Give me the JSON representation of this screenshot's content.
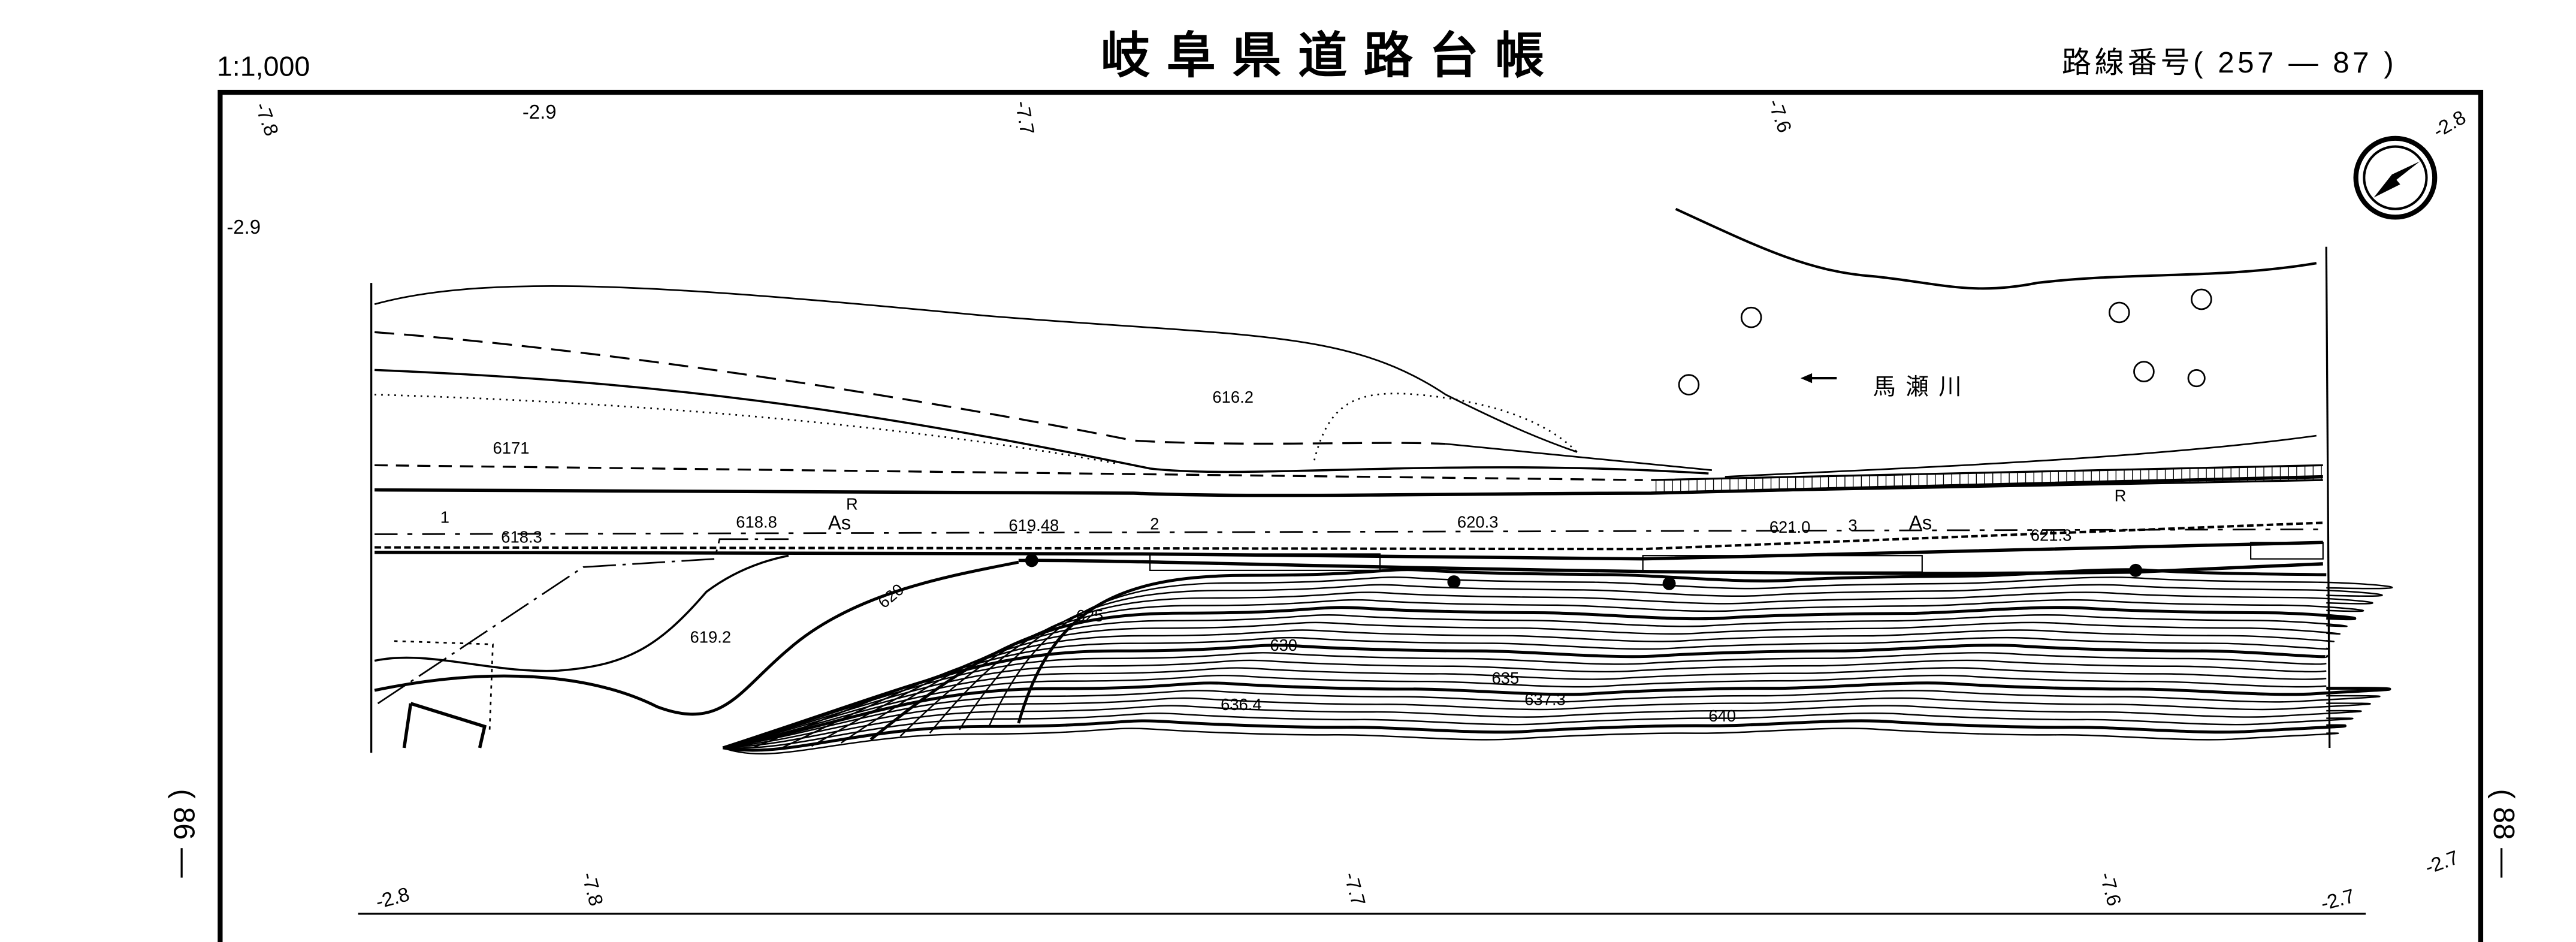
{
  "header": {
    "scale": "1:1,000",
    "title": "岐阜県道路台帳",
    "route_number": "路線番号( 257 — 87 )"
  },
  "sheet_neighbors": {
    "left": "( 86 —",
    "right": "( 88 —"
  },
  "margin_labels": {
    "top": [
      "-7.8",
      "-2.9",
      "-7.7",
      "-7.6",
      "-2.8"
    ],
    "left": "-2.9",
    "bottom": [
      "-2.8",
      "-7.8",
      "-7.7",
      "-7.6",
      "-2.7"
    ],
    "right": "-2.7"
  },
  "map": {
    "river_name": "馬瀬川",
    "elevations": [
      "616.2",
      "6171",
      "618.3",
      "618.8",
      "619.48",
      "620.3",
      "621.0",
      "621.3",
      "619.2",
      "636.4",
      "637.3"
    ],
    "surface_labels": [
      "As",
      "As"
    ],
    "retaining_labels": [
      "R",
      "R"
    ],
    "station_labels": [
      "1",
      "2",
      "3"
    ],
    "contour_labels": [
      "620",
      "625",
      "630",
      "635",
      "640"
    ]
  },
  "colors": {
    "ink": "#000000",
    "paper": "#ffffff"
  }
}
